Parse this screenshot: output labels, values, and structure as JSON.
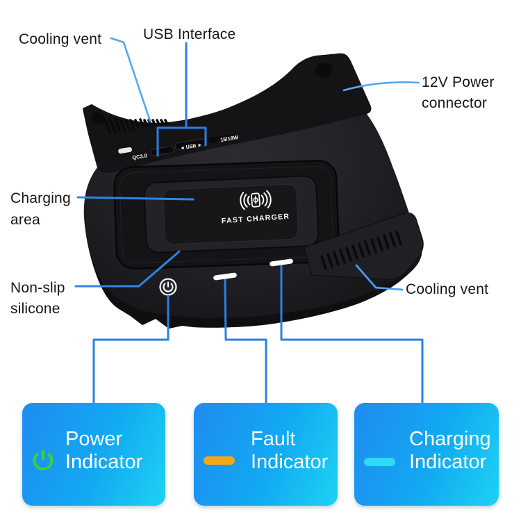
{
  "callouts": {
    "cooling_vent_top": "Cooling vent",
    "usb_interface": "USB Interface",
    "power_connector": [
      "12V Power",
      "connector"
    ],
    "charging_area": [
      "Charging",
      "area"
    ],
    "non_slip": [
      "Non-slip",
      "silicone"
    ],
    "cooling_vent_right": "Cooling vent"
  },
  "device": {
    "port_labels": {
      "left": "QC3.0",
      "middle": "◄ USB ►",
      "right": "15/18W"
    },
    "pad_caption": "FAST CHARGER",
    "icons": {
      "pad": "wireless-charging-icon",
      "front_button": "power-button-icon",
      "front_leds": "led-bar"
    }
  },
  "indicators": [
    {
      "line1": "Power",
      "line2": "Indicator",
      "icon": "power-icon",
      "icon_color": "#3fd42c"
    },
    {
      "line1": "Fault",
      "line2": "Indicator",
      "icon": "amber-bar-icon",
      "icon_color": "#f2a818"
    },
    {
      "line1": "Charging",
      "line2": "Indicator",
      "icon": "cyan-bar-icon",
      "icon_color": "#2edcf0"
    }
  ],
  "colors": {
    "background": "#ffffff",
    "leader_line_light": "#55a7ef",
    "leader_line": "#2e86e6",
    "connector_line": "#2a80e4",
    "box_gradient_start": "#1f8cf0",
    "box_gradient_end": "#1ed2f3",
    "device_body": "#232327",
    "label_text": "#161616"
  }
}
